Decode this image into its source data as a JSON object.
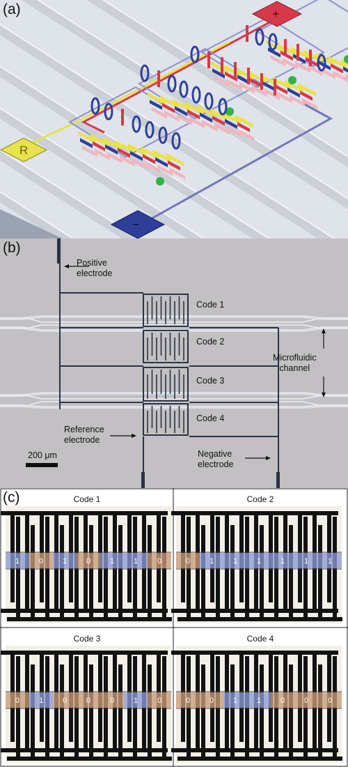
{
  "panel_a": {
    "label": "(a)",
    "pad_positive_symbol": "+",
    "pad_reference_letter": "R",
    "pad_negative_symbol": "−",
    "colors": {
      "positive": "#d63a4a",
      "reference": "#e9e24a",
      "negative": "#2d3f9a",
      "marker": "#2fb34a",
      "rail": "#cbd0d8"
    }
  },
  "panel_b": {
    "label": "(b)",
    "annotations": {
      "positive_electrode": "Positive\nelectrode",
      "code_1": "Code 1",
      "code_2": "Code 2",
      "code_3": "Code 3",
      "code_4": "Code 4",
      "microfluidic_channel": "Microfluidic\nchannel",
      "reference_electrode": "Reference\nelectrode",
      "negative_electrode": "Negative\nelectrode",
      "scale_bar": "200 μm"
    }
  },
  "panel_c": {
    "label": "(c)",
    "codes": [
      {
        "title": "Code 1",
        "bits": [
          "1",
          "0",
          "1",
          "0",
          "1",
          "1",
          "0"
        ]
      },
      {
        "title": "Code 2",
        "bits": [
          "0",
          "1",
          "1",
          "1",
          "1",
          "1",
          "1"
        ]
      },
      {
        "title": "Code 3",
        "bits": [
          "0",
          "1",
          "0",
          "0",
          "0",
          "1",
          "0"
        ]
      },
      {
        "title": "Code 4",
        "bits": [
          "0",
          "0",
          "1",
          "1",
          "0",
          "0",
          "0"
        ]
      }
    ],
    "colors": {
      "one": "#8c9ad6",
      "zero": "#c99b78"
    }
  }
}
